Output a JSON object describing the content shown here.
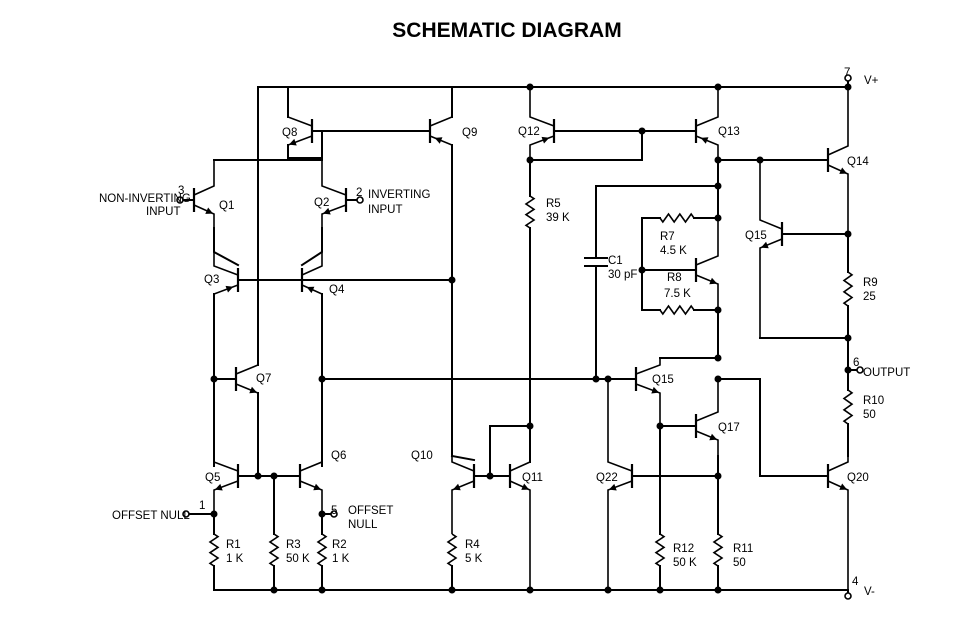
{
  "title": "SCHEMATIC DIAGRAM",
  "pins": {
    "p7": "7",
    "vplus": "V+",
    "p3": "3",
    "p2": "2",
    "p1": "1",
    "p5": "5",
    "p6": "6",
    "p4": "4",
    "vminus": "V-"
  },
  "inputs": {
    "noninv_1": "NON-INVERTING",
    "noninv_2": "INPUT",
    "inv_1": "INVERTING",
    "inv_2": "INPUT",
    "offset_null_1": "OFFSET NULL",
    "offset_null_5a": "OFFSET",
    "offset_null_5b": "NULL",
    "output": "OUTPUT"
  },
  "transistors": {
    "q1": "Q1",
    "q2": "Q2",
    "q3": "Q3",
    "q4": "Q4",
    "q5": "Q5",
    "q6": "Q6",
    "q7": "Q7",
    "q8": "Q8",
    "q9": "Q9",
    "q10": "Q10",
    "q11": "Q11",
    "q12": "Q12",
    "q13": "Q13",
    "q14": "Q14",
    "q15a": "Q15",
    "q15b": "Q15",
    "q17": "Q17",
    "q20": "Q20",
    "q22": "Q22"
  },
  "components": {
    "r1": "R1",
    "r1v": "1 K",
    "r2": "R2",
    "r2v": "1 K",
    "r3": "R3",
    "r3v": "50 K",
    "r4": "R4",
    "r4v": "5 K",
    "r5": "R5",
    "r5v": "39 K",
    "r7": "R7",
    "r7v": "4.5 K",
    "r8": "R8",
    "r8v": "7.5 K",
    "r9": "R9",
    "r9v": "25",
    "r10": "R10",
    "r10v": "50",
    "r11": "R11",
    "r11v": "50",
    "r12": "R12",
    "r12v": "50 K",
    "c1": "C1",
    "c1v": "30 pF"
  }
}
